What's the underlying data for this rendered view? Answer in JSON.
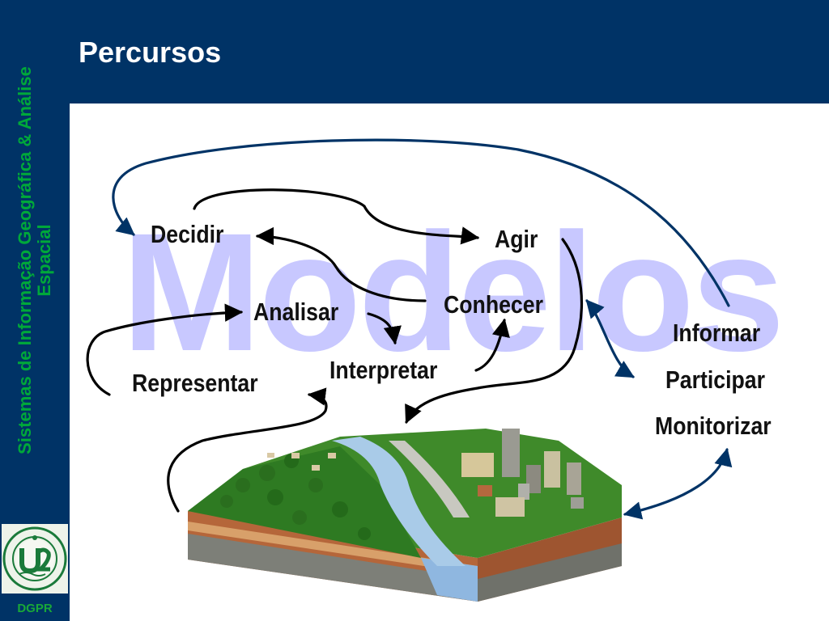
{
  "slide": {
    "title": "Percursos",
    "side_label": "Sistemas de Informação Geográfica & Análise Espacial",
    "footer_label": "DGPR",
    "watermark": "Modelos"
  },
  "nodes": {
    "decidir": "Decidir",
    "agir": "Agir",
    "conhecer": "Conhecer",
    "analisar": "Analisar",
    "interpretar": "Interpretar",
    "representar": "Representar",
    "informar": "Informar",
    "participar": "Participar",
    "monitorizar": "Monitorizar"
  },
  "colors": {
    "header": "#003366",
    "side_text": "#00a83a",
    "watermark": "#c8c8ff",
    "arrow_black": "#000000",
    "arrow_blue": "#003366"
  },
  "icons": {
    "logo": "university-seal-icon",
    "illustration": "landscape-block-icon"
  }
}
